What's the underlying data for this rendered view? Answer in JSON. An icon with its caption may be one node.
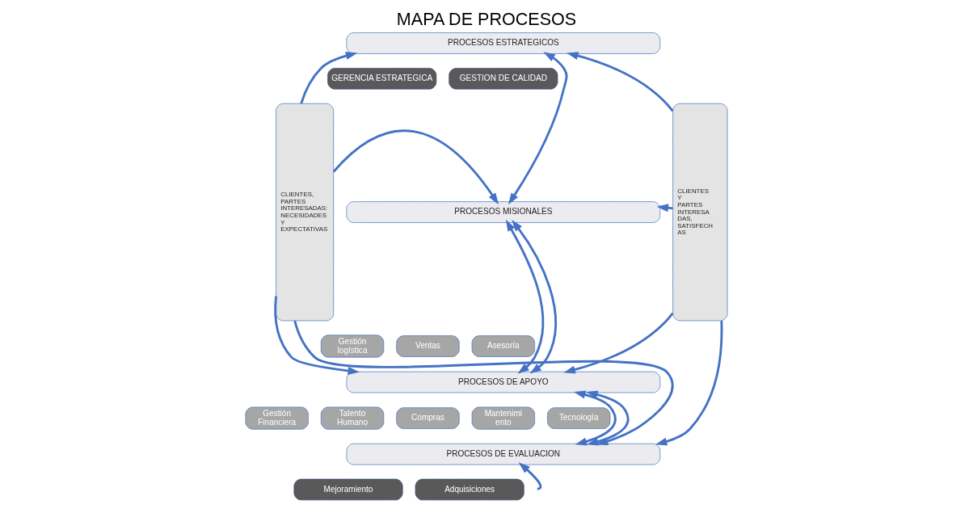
{
  "diagram": {
    "title": "MAPA DE PROCESOS",
    "nodes": [
      {
        "text": [
          "CLIENTES, PARTES INTERESADAS: NECESIDADES Y EXPECTATIVAS"
        ]
      },
      {
        "text": [
          "PROCESOS ESTRATEGICOS"
        ]
      },
      {
        "text": [
          "GERENCIA ESTRATEGICA"
        ]
      },
      {
        "text": [
          "GESTION DE CALIDAD"
        ]
      },
      {
        "text": [
          "PROCESOS MISIONALES"
        ]
      },
      {
        "text": [
          "Gestión logística"
        ]
      },
      {
        "text": [
          "Ventas"
        ]
      },
      {
        "text": [
          "Asesoría"
        ]
      },
      {
        "text": [
          "PROCESOS DE APOYO"
        ]
      },
      {
        "text": [
          "Gestión Financiera"
        ]
      },
      {
        "text": [
          "Talento Humano"
        ]
      },
      {
        "text": [
          "Compras"
        ]
      },
      {
        "text": [
          "Mantenimi ento"
        ]
      },
      {
        "text": [
          "Tecnología"
        ]
      },
      {
        "text": [
          "PROCESOS DE EVALUACION"
        ]
      },
      {
        "text": [
          "Mejoramiento"
        ]
      },
      {
        "text": [
          "Adquisiciones"
        ]
      },
      {
        "text": [
          "CLIENTES Y PARTES INTERESA DAS, SATISFECH AS"
        ]
      }
    ],
    "edges": [
      {
        "from": 0,
        "to": 1,
        "arrow": "to"
      },
      {
        "from": 0,
        "to": 4,
        "arrow": "to"
      },
      {
        "from": 0,
        "to": 8,
        "arrow": "to"
      },
      {
        "from": 0,
        "to": 14,
        "arrow": "to"
      },
      {
        "from": 17,
        "to": 1,
        "arrow": "to"
      },
      {
        "from": 17,
        "to": 4,
        "arrow": "to"
      },
      {
        "from": 17,
        "to": 8,
        "arrow": "to"
      },
      {
        "from": 17,
        "to": 14,
        "arrow": "to"
      },
      {
        "from": 1,
        "to": 4,
        "arrow": "both"
      },
      {
        "from": 4,
        "to": 8,
        "arrow": "both"
      },
      {
        "from": 4,
        "to": 8,
        "arrow": "both"
      },
      {
        "from": 8,
        "to": 14,
        "arrow": "both"
      },
      {
        "from": 8,
        "to": 14,
        "arrow": "both"
      },
      {
        "from": null,
        "to": 14,
        "arrow": "to"
      }
    ]
  }
}
